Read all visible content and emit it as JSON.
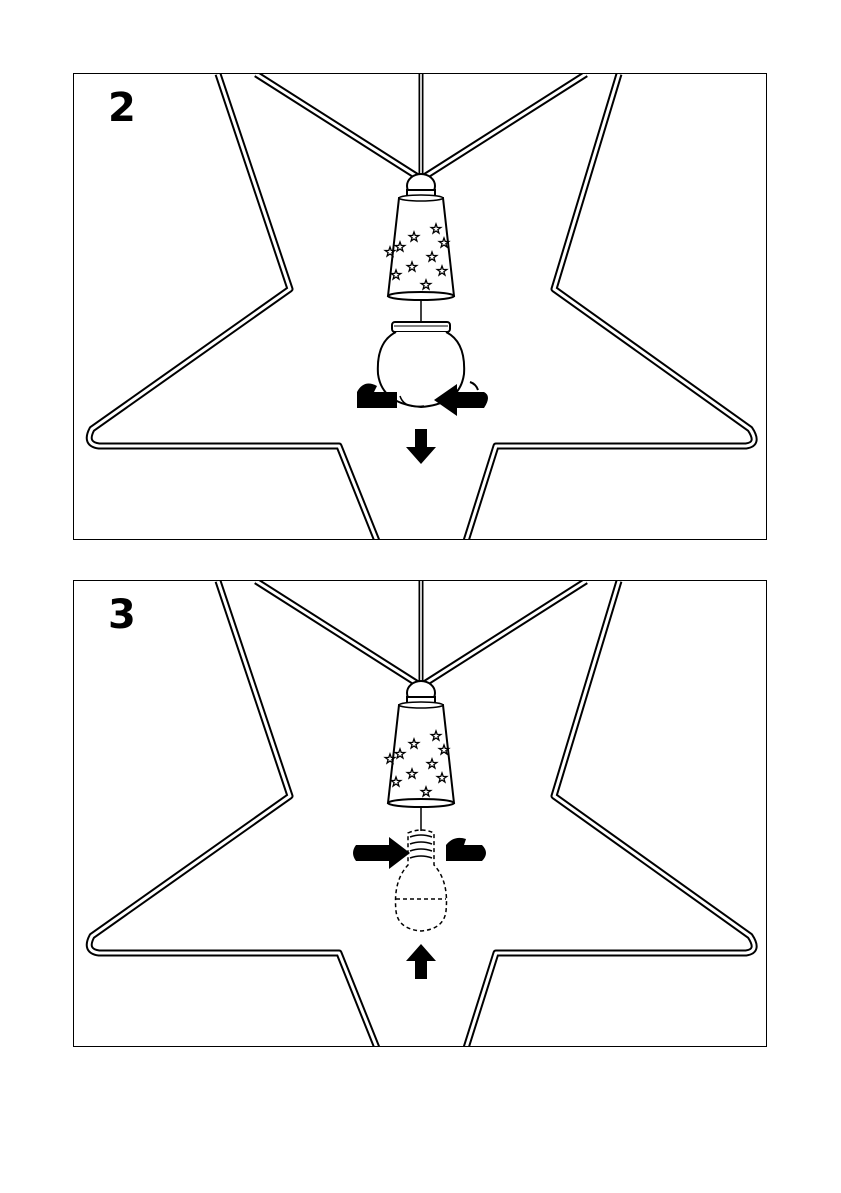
{
  "steps": [
    {
      "number": "2",
      "action": "unscrew-glass-shade",
      "arrow_direction": "down"
    },
    {
      "number": "3",
      "action": "screw-in-bulb",
      "arrow_direction": "up"
    }
  ],
  "colors": {
    "line": "#000000",
    "background": "#ffffff"
  },
  "icons": [
    "star-shade-frame",
    "lamp-socket-cover",
    "glass-globe",
    "light-bulb",
    "rotate-arrow-left",
    "rotate-arrow-right",
    "direction-arrow"
  ]
}
